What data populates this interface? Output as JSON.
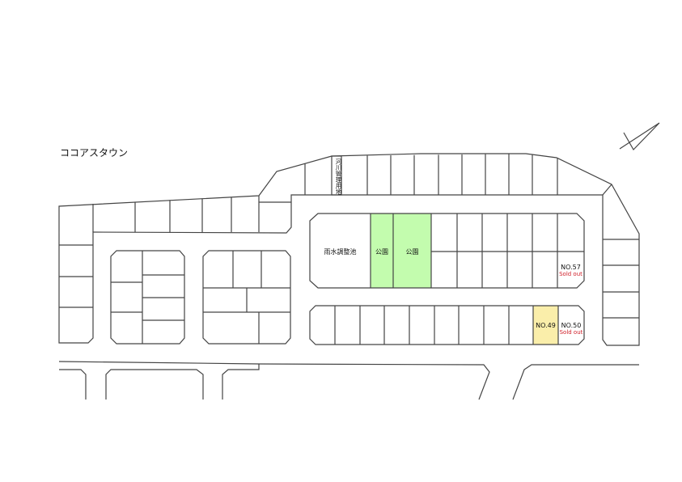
{
  "title": "ココアスタウン",
  "labels": {
    "river_strip": "河川管理用地",
    "retention_pond": "雨水調整池",
    "park_1": "公園",
    "park_2": "公園"
  },
  "lots": [
    {
      "number": "NO.57",
      "status": "Sold out"
    },
    {
      "number": "NO.49",
      "status": ""
    },
    {
      "number": "NO.50",
      "status": "Sold out"
    }
  ],
  "colors": {
    "park": "#c3fcae",
    "highlight": "#faeeaa",
    "sold": "#d0202a"
  },
  "icons": {
    "compass": "north-arrow-icon"
  }
}
